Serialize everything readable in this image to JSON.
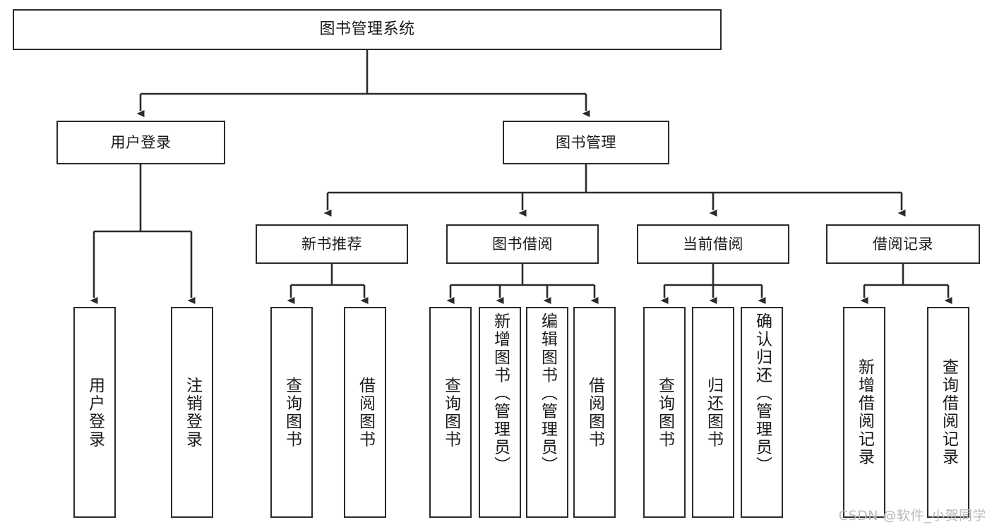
{
  "diagram": {
    "title": "图书管理系统",
    "type": "hierarchy-tree",
    "watermark": "CSDN @软件_小贺同学",
    "colors": {
      "stroke": "#2b2b2b",
      "fill": "#ffffff",
      "text": "#1a1a1a",
      "watermark": "#b9b9b9"
    },
    "levels": {
      "root": {
        "label": "图书管理系统"
      },
      "level2": [
        {
          "id": "user-login",
          "label": "用户登录"
        },
        {
          "id": "book-management",
          "label": "图书管理"
        }
      ],
      "level3": [
        {
          "id": "new-book-recommend",
          "label": "新书推荐",
          "parent": "book-management"
        },
        {
          "id": "book-borrow",
          "label": "图书借阅",
          "parent": "book-management"
        },
        {
          "id": "current-borrow",
          "label": "当前借阅",
          "parent": "book-management"
        },
        {
          "id": "borrow-record",
          "label": "借阅记录",
          "parent": "book-management"
        }
      ],
      "leaves": [
        {
          "id": "leaf-user-login",
          "label": "用户登录",
          "parent": "user-login"
        },
        {
          "id": "leaf-logout",
          "label": "注销登录",
          "parent": "user-login"
        },
        {
          "id": "leaf-query-book-1",
          "label": "查询图书",
          "parent": "new-book-recommend"
        },
        {
          "id": "leaf-borrow-book-1",
          "label": "借阅图书",
          "parent": "new-book-recommend"
        },
        {
          "id": "leaf-query-book-2",
          "label": "查询图书",
          "parent": "book-borrow"
        },
        {
          "id": "leaf-add-book",
          "label": "新增图书（管理员）",
          "parent": "book-borrow"
        },
        {
          "id": "leaf-edit-book",
          "label": "编辑图书（管理员）",
          "parent": "book-borrow"
        },
        {
          "id": "leaf-borrow-book-2",
          "label": "借阅图书",
          "parent": "book-borrow"
        },
        {
          "id": "leaf-query-book-3",
          "label": "查询图书",
          "parent": "current-borrow"
        },
        {
          "id": "leaf-return-book",
          "label": "归还图书",
          "parent": "current-borrow"
        },
        {
          "id": "leaf-confirm-return",
          "label": "确认归还（管理员）",
          "parent": "current-borrow"
        },
        {
          "id": "leaf-add-record",
          "label": "新增借阅记录",
          "parent": "borrow-record"
        },
        {
          "id": "leaf-query-record",
          "label": "查询借阅记录",
          "parent": "borrow-record"
        }
      ]
    }
  }
}
